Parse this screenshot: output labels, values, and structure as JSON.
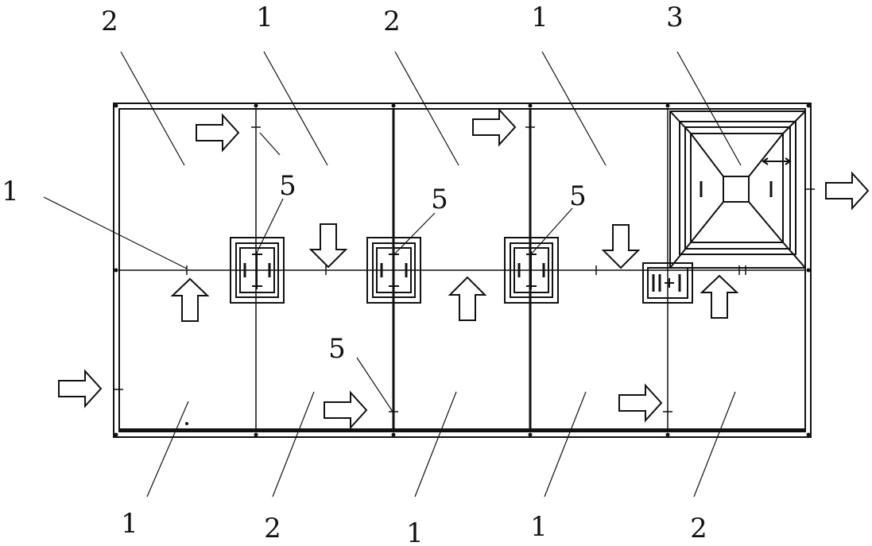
{
  "callouts": {
    "top": [
      "2",
      "1",
      "2",
      "1",
      "3"
    ],
    "left": "1",
    "mid": [
      "5",
      "5",
      "5",
      "5"
    ],
    "bottom": [
      "1",
      "2",
      "1",
      "1",
      "2"
    ]
  },
  "colors": {
    "line": "#111111",
    "background": "#ffffff"
  }
}
